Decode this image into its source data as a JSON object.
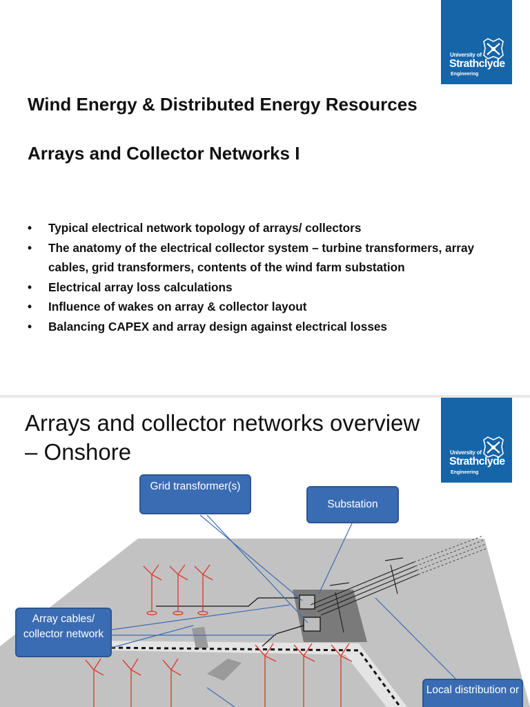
{
  "brand": {
    "university_of": "University of",
    "strathclyde": "Strathclyde",
    "engineering": "Engineering",
    "color": "#1565a8"
  },
  "slide1": {
    "title": "Wind Energy & Distributed Energy Resources",
    "subtitle": "Arrays and Collector Networks I",
    "bullets": [
      "Typical electrical network topology of arrays/ collectors",
      "The anatomy of the electrical collector system – turbine transformers, array cables, grid transformers, contents of the wind farm substation",
      "Electrical array loss calculations",
      "Influence of wakes on array & collector layout",
      "Balancing CAPEX and array design against electrical losses"
    ]
  },
  "slide2": {
    "title": "Arrays and collector networks overview – Onshore",
    "callouts": {
      "grid": "Grid transformer(s)",
      "substation": "Substation",
      "array": "Array cables/ collector network",
      "local": "Local distribution or"
    },
    "callout_color": "#3a6cb4"
  }
}
